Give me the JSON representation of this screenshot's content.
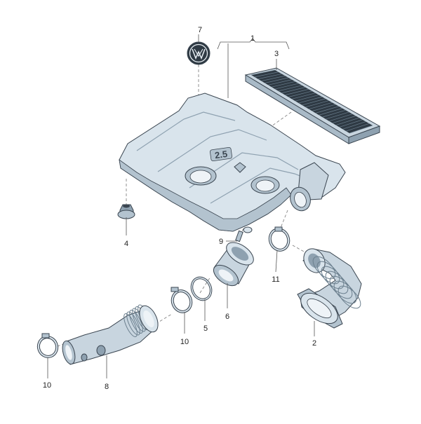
{
  "callouts": {
    "c1": "1",
    "c2": "2",
    "c3": "3",
    "c4": "4",
    "c5": "5",
    "c6": "6",
    "c7": "7",
    "c8": "8",
    "c9": "9",
    "c10a": "10",
    "c10b": "10",
    "c11": "11"
  },
  "engine_cover": {
    "displacement_marking": "2.5"
  },
  "colors": {
    "part_fill": "#d9e4ec",
    "part_shade": "#b3c3cf",
    "part_dark": "#8ea1b0",
    "outline": "#3a4550"
  }
}
